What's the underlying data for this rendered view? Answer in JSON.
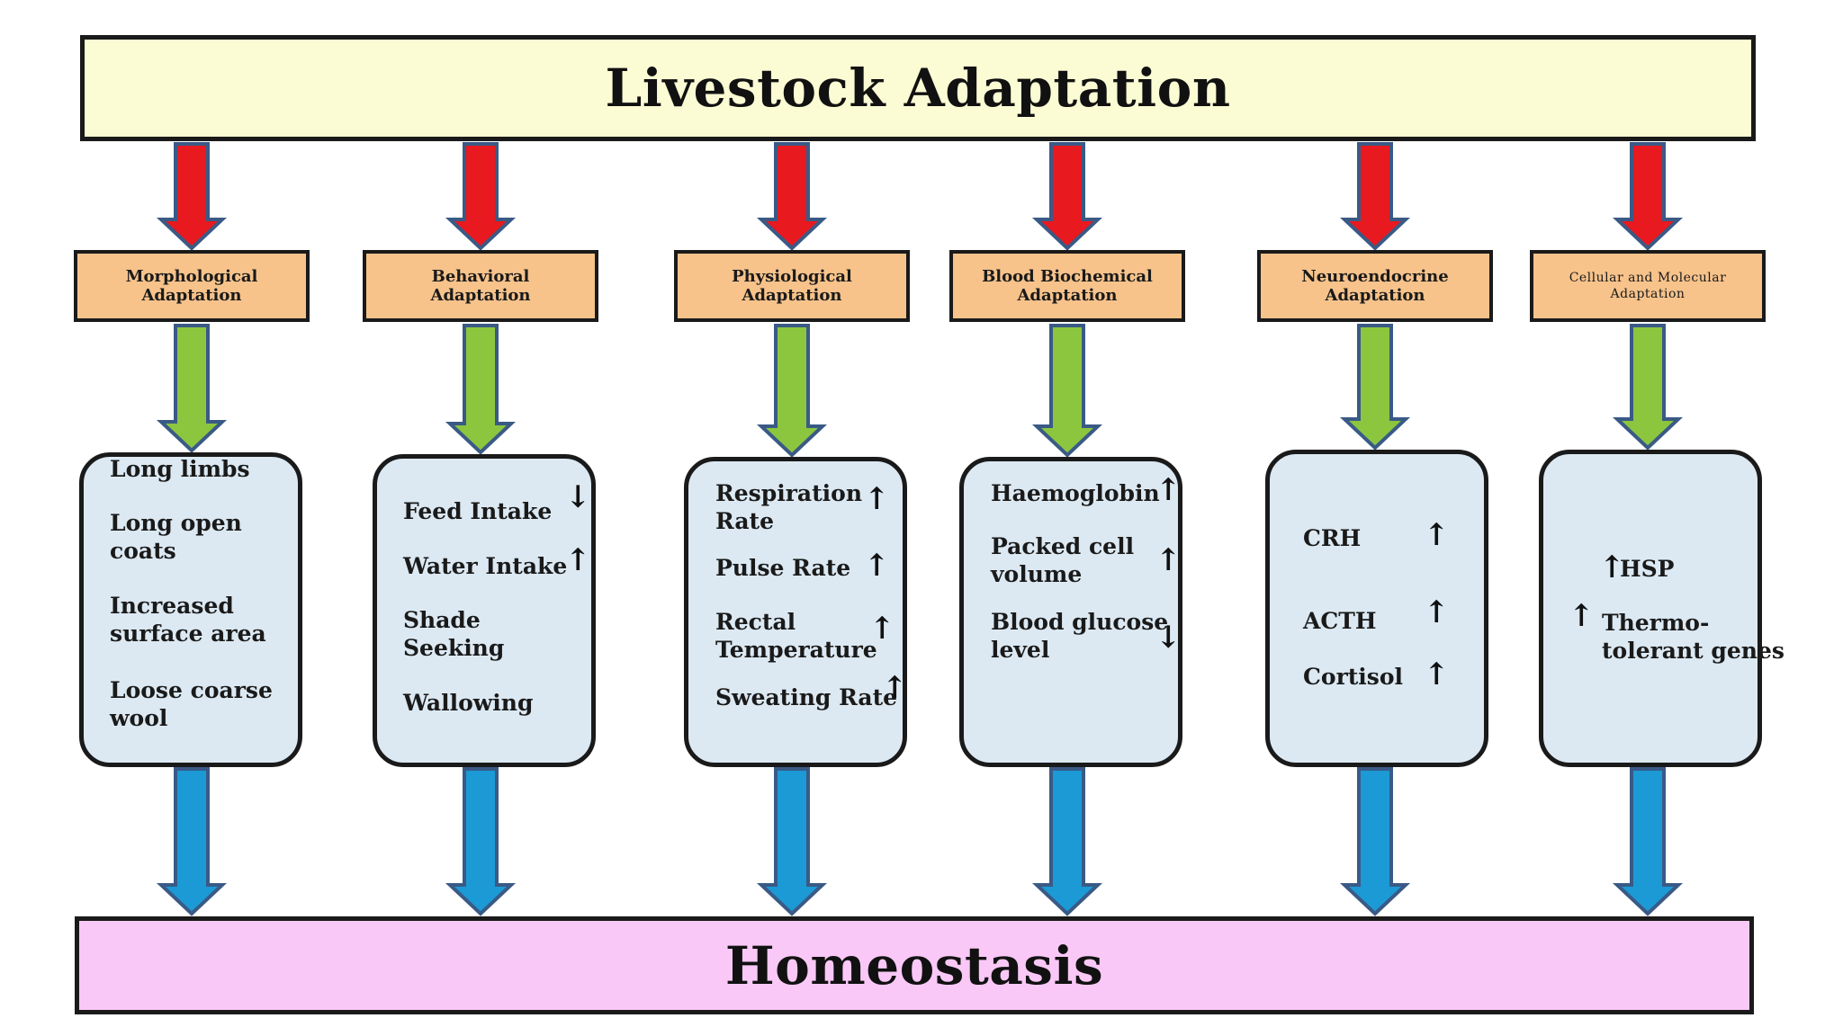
{
  "title": "Livestock Adaptation",
  "footer": "Homeostasis",
  "colors": {
    "title_fill": "#fbfbd4",
    "footer_fill": "#f9c8f6",
    "category_fill": "#f7c38b",
    "detail_fill": "#dce9f3",
    "arrow_red": "#e8191f",
    "arrow_green": "#8cc63f",
    "arrow_blue": "#1b9ad6",
    "arrow_outline": "#3a5a86"
  },
  "categories": [
    {
      "label": "Morphological\nAdaptation",
      "items": [
        {
          "text": "Long limbs",
          "indicator": ""
        },
        {
          "text": "Long open\ncoats",
          "indicator": ""
        },
        {
          "text": "Increased\nsurface area",
          "indicator": ""
        },
        {
          "text": "Loose coarse\nwool",
          "indicator": ""
        }
      ]
    },
    {
      "label": "Behavioral\nAdaptation",
      "items": [
        {
          "text": "Feed Intake",
          "indicator": "down"
        },
        {
          "text": "Water Intake",
          "indicator": "up"
        },
        {
          "text": "Shade\nSeeking",
          "indicator": ""
        },
        {
          "text": "Wallowing",
          "indicator": ""
        }
      ]
    },
    {
      "label": "Physiological\nAdaptation",
      "items": [
        {
          "text": "Respiration\nRate",
          "indicator": "up"
        },
        {
          "text": "Pulse Rate",
          "indicator": "up"
        },
        {
          "text": "Rectal\nTemperature",
          "indicator": "up"
        },
        {
          "text": "Sweating Rate",
          "indicator": "up"
        }
      ]
    },
    {
      "label": "Blood Biochemical\nAdaptation",
      "items": [
        {
          "text": "Haemoglobin",
          "indicator": "up"
        },
        {
          "text": "Packed cell\nvolume",
          "indicator": "up"
        },
        {
          "text": "Blood glucose\nlevel",
          "indicator": "down"
        }
      ]
    },
    {
      "label": "Neuroendocrine\nAdaptation",
      "items": [
        {
          "text": "CRH",
          "indicator": "up"
        },
        {
          "text": "ACTH",
          "indicator": "up"
        },
        {
          "text": "Cortisol",
          "indicator": "up"
        }
      ]
    },
    {
      "label": "Cellular and Molecular\nAdaptation",
      "items": [
        {
          "text": "HSP",
          "indicator": "up"
        },
        {
          "text": "Thermo-\ntolerant genes",
          "indicator": "up"
        }
      ]
    }
  ]
}
